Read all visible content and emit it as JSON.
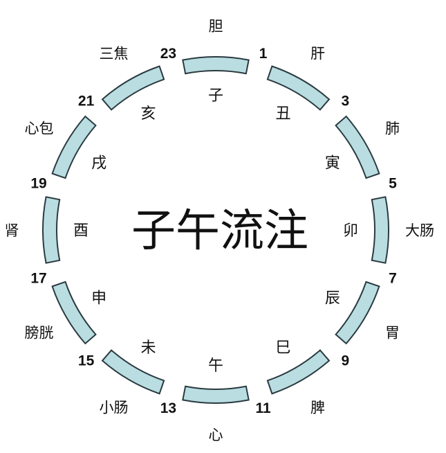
{
  "title": "子午流注",
  "segment_color": "#b9dde1",
  "hours": [
    "23",
    "1",
    "3",
    "5",
    "7",
    "9",
    "11",
    "13",
    "15",
    "17",
    "19",
    "21"
  ],
  "segments": [
    {
      "organ": "胆",
      "branch": "子",
      "start_hour": "23",
      "end_hour": "1"
    },
    {
      "organ": "肝",
      "branch": "丑",
      "start_hour": "1",
      "end_hour": "3"
    },
    {
      "organ": "肺",
      "branch": "寅",
      "start_hour": "3",
      "end_hour": "5"
    },
    {
      "organ": "大肠",
      "branch": "卯",
      "start_hour": "5",
      "end_hour": "7"
    },
    {
      "organ": "胃",
      "branch": "辰",
      "start_hour": "7",
      "end_hour": "9"
    },
    {
      "organ": "脾",
      "branch": "巳",
      "start_hour": "9",
      "end_hour": "11"
    },
    {
      "organ": "心",
      "branch": "午",
      "start_hour": "11",
      "end_hour": "13"
    },
    {
      "organ": "小肠",
      "branch": "未",
      "start_hour": "13",
      "end_hour": "15"
    },
    {
      "organ": "膀胱",
      "branch": "申",
      "start_hour": "15",
      "end_hour": "17"
    },
    {
      "organ": "肾",
      "branch": "酉",
      "start_hour": "17",
      "end_hour": "19"
    },
    {
      "organ": "心包",
      "branch": "戌",
      "start_hour": "19",
      "end_hour": "21"
    },
    {
      "organ": "三焦",
      "branch": "亥",
      "start_hour": "21",
      "end_hour": "23"
    }
  ]
}
